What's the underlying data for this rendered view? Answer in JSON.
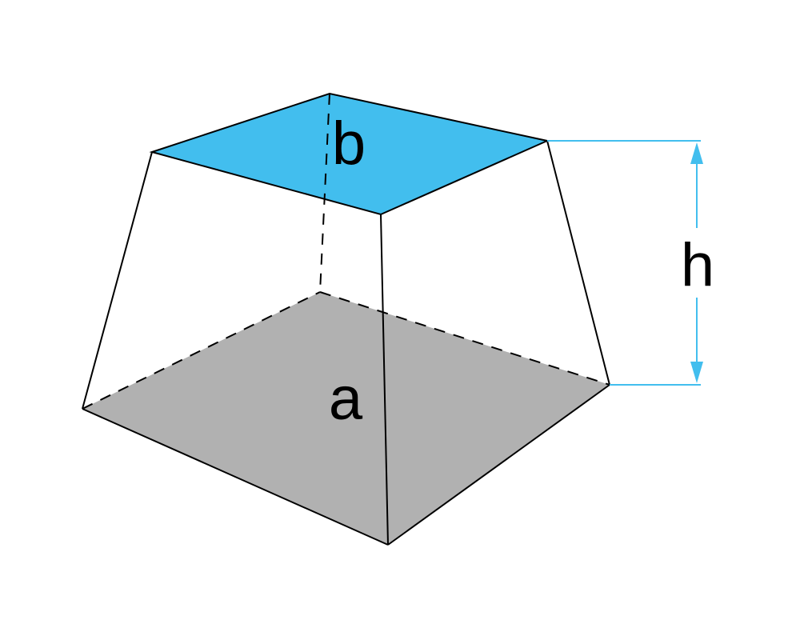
{
  "labels": {
    "top_face": "b",
    "bottom_face": "a",
    "height": "h"
  },
  "colors": {
    "top_face": "#42BEEE",
    "bottom_face": "#B1B1B1",
    "edges": "#000000",
    "dimension": "#42BEEE",
    "background": "#FFFFFF"
  }
}
